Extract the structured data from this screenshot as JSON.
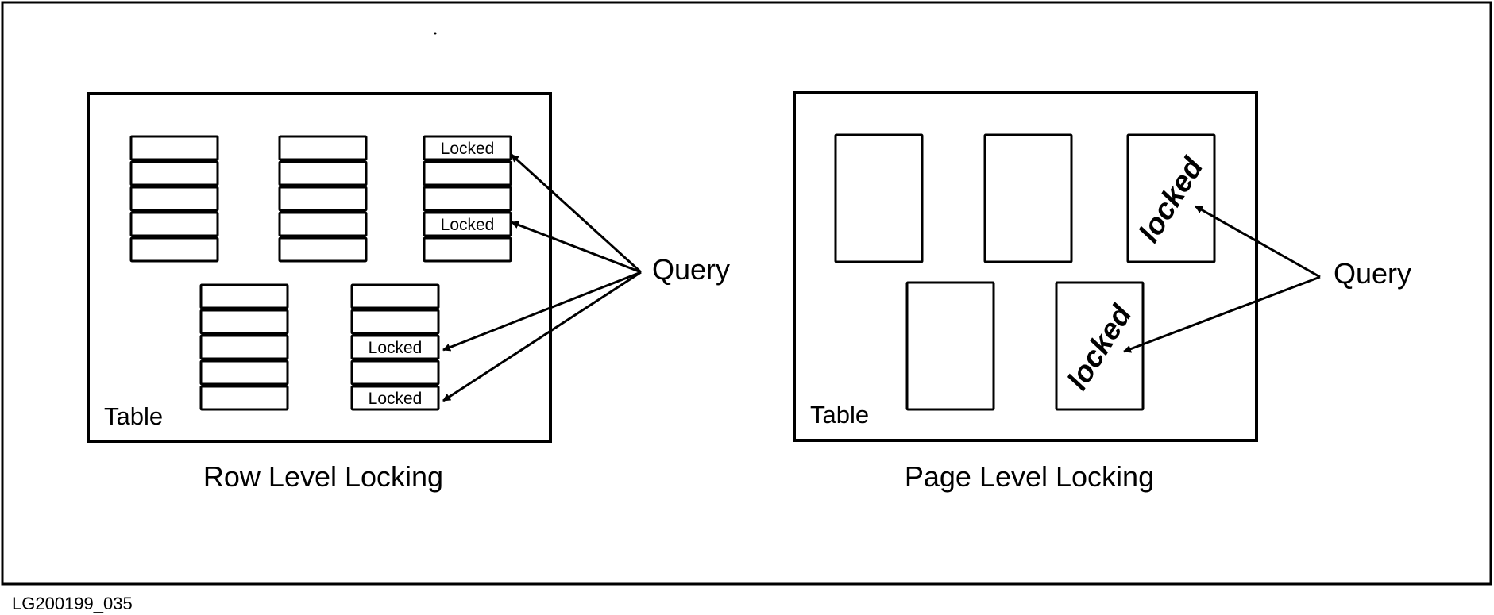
{
  "row_diagram": {
    "table_label": "Table",
    "query_label": "Query",
    "caption": "Row Level Locking",
    "row_locked_label": "Locked",
    "pages": [
      {
        "rows": [
          false,
          false,
          false,
          false,
          false
        ]
      },
      {
        "rows": [
          false,
          false,
          false,
          false,
          false
        ]
      },
      {
        "rows": [
          true,
          false,
          false,
          true,
          false
        ]
      },
      {
        "rows": [
          false,
          false,
          false,
          false,
          false
        ]
      },
      {
        "rows": [
          false,
          false,
          true,
          false,
          true
        ]
      }
    ]
  },
  "page_diagram": {
    "table_label": "Table",
    "query_label": "Query",
    "caption": "Page Level Locking",
    "page_locked_label": "locked",
    "pages": [
      {
        "locked": false
      },
      {
        "locked": false
      },
      {
        "locked": true
      },
      {
        "locked": false
      },
      {
        "locked": true
      }
    ]
  },
  "figure_id": "LG200199_035"
}
